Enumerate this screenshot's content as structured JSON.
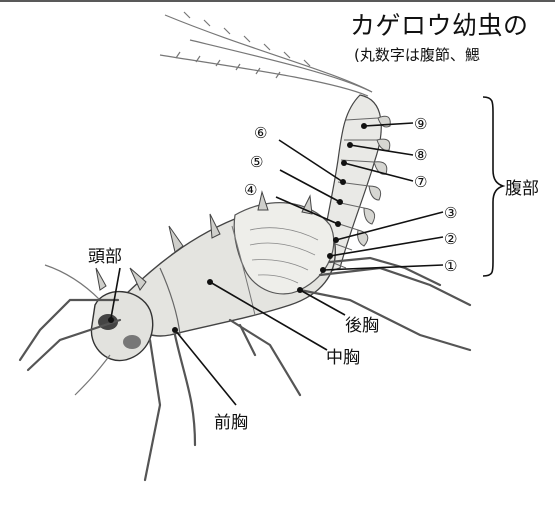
{
  "title": "カゲロウ幼虫の",
  "subtitle": "(丸数字は腹節、鰓",
  "labels": {
    "head": "頭部",
    "prothorax": "前胸",
    "mesothorax": "中胸",
    "metathorax": "後胸",
    "abdomen": "腹部"
  },
  "segments": [
    "①",
    "②",
    "③",
    "④",
    "⑤",
    "⑥",
    "⑦",
    "⑧",
    "⑨"
  ]
}
